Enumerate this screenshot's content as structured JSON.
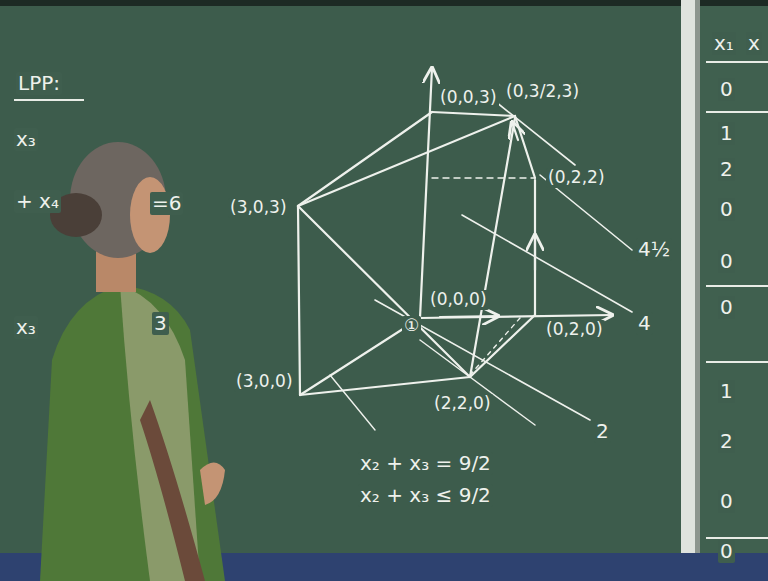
{
  "diagram": {
    "labels": [
      "LPP:",
      "x₃",
      "+ x₄",
      "=6",
      "x₃",
      "3",
      "(0,0,3)",
      "(0,3/2,3)",
      "(0,2,2)",
      "(3,0,3)",
      "(0,0,0)",
      "①",
      "(0,2,0)",
      "(3,0,0)",
      "(2,2,0)",
      "4½",
      "4",
      "2",
      "x₂ + x₃ = 9/2",
      "x₂ + x₃ ≤ 9/2",
      "x₁",
      "x",
      "0",
      "1",
      "2",
      "0",
      "0",
      "0",
      "1",
      "2",
      "0",
      "0"
    ]
  }
}
